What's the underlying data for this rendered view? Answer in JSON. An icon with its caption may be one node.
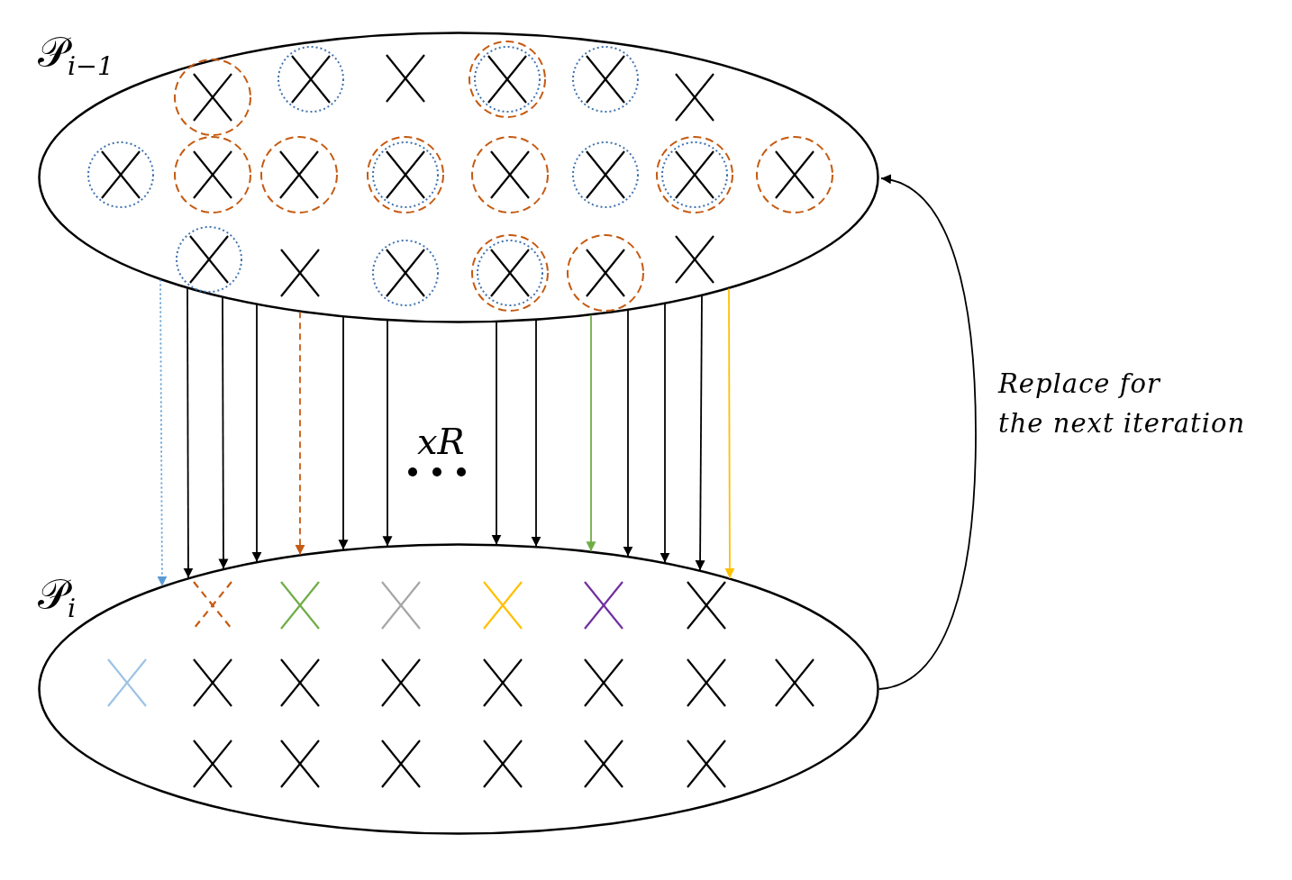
{
  "diagram": {
    "nodes": [
      {
        "text": [
          "𝒫$_{i−1}$"
        ]
      },
      {
        "text": [
          "𝒫$_{i}$"
        ]
      }
    ],
    "edges": [
      {
        "from": 0,
        "to": 1,
        "arrow": "to",
        "style": "dashed",
        "color": "#5b9bd5"
      },
      {
        "from": 0,
        "to": 1,
        "arrow": "to"
      },
      {
        "from": 0,
        "to": 1,
        "arrow": "to"
      },
      {
        "from": 0,
        "to": 1,
        "arrow": "to"
      },
      {
        "from": 0,
        "to": 1,
        "arrow": "to",
        "style": "dashed",
        "color": "#c55a11"
      },
      {
        "from": 0,
        "to": 1,
        "arrow": "to"
      },
      {
        "from": 0,
        "to": 1,
        "arrow": "to"
      },
      {
        "from": 0,
        "to": 1,
        "arrow": "to"
      },
      {
        "from": 0,
        "to": 1,
        "arrow": "to"
      },
      {
        "from": 0,
        "to": 1,
        "arrow": "to",
        "color": "#70ad47"
      },
      {
        "from": 0,
        "to": 1,
        "arrow": "to"
      },
      {
        "from": 0,
        "to": 1,
        "arrow": "to"
      },
      {
        "from": 0,
        "to": 1,
        "arrow": "to"
      },
      {
        "from": 0,
        "to": 1,
        "arrow": "to",
        "color": "#ffc000"
      },
      {
        "from": 1,
        "to": 0,
        "arrow": "to",
        "label": "Replace for the next iteration"
      }
    ],
    "labels": [
      "xR"
    ]
  }
}
